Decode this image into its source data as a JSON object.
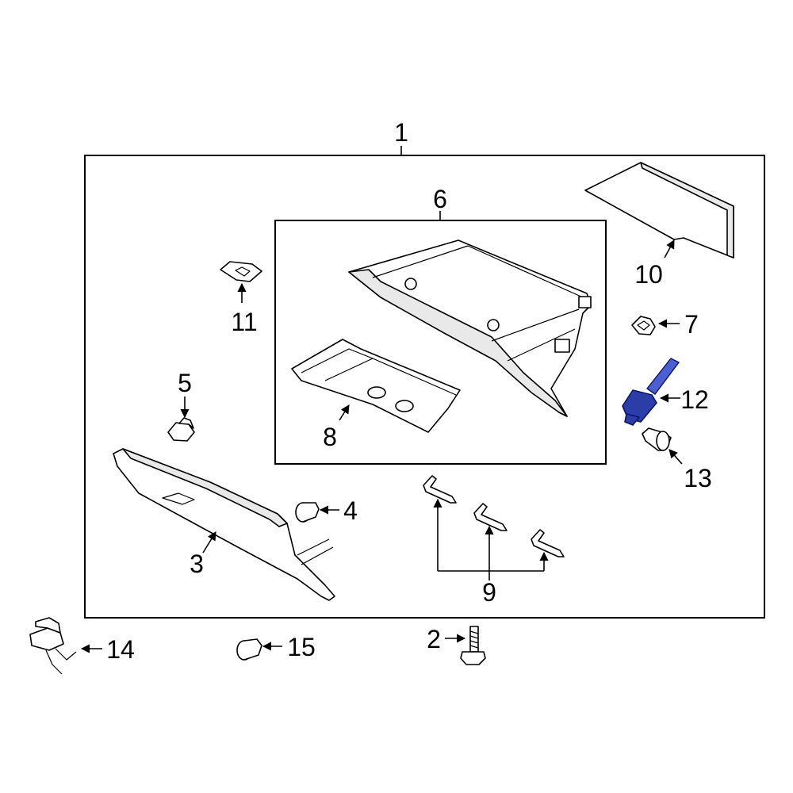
{
  "diagram": {
    "highlight_color": "#2b3ea8",
    "callouts": {
      "c1": "1",
      "c2": "2",
      "c3": "3",
      "c4": "4",
      "c5": "5",
      "c6": "6",
      "c7": "7",
      "c8": "8",
      "c9": "9",
      "c10": "10",
      "c11": "11",
      "c12": "12",
      "c13": "13",
      "c14": "14",
      "c15": "15"
    }
  }
}
